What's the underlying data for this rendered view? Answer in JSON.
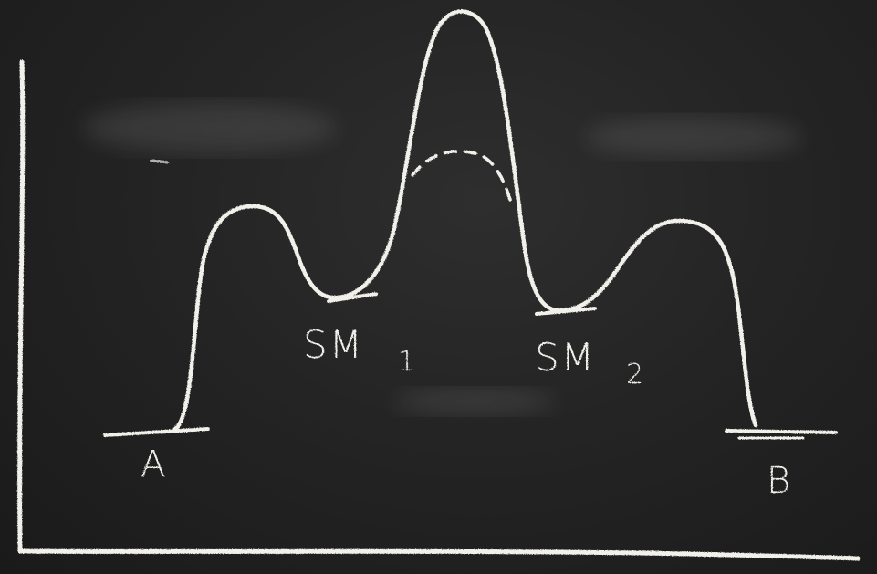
{
  "diagram": {
    "labels": {
      "start": "A",
      "intermediate_1": "SM",
      "intermediate_1_sub": "1",
      "intermediate_2": "SM",
      "intermediate_2_sub": "2",
      "end": "B"
    },
    "colors": {
      "board": "#242424",
      "chalk": "#f2f0ea"
    }
  }
}
